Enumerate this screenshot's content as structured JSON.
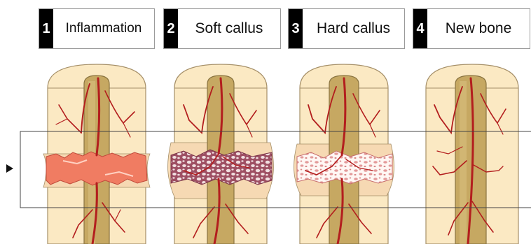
{
  "stages": [
    {
      "number": "1",
      "name": "Inflammation"
    },
    {
      "number": "2",
      "name": "Soft callus"
    },
    {
      "number": "3",
      "name": "Hard callus"
    },
    {
      "number": "4",
      "name": "New bone"
    }
  ],
  "colors": {
    "bone_outer": "#fbe9c3",
    "bone_outline": "#a58f68",
    "marrow": "#c6a862",
    "vessel": "#b31e1e",
    "hematoma": "#f07c62",
    "soft_callus": "#9e4f63",
    "hard_callus": "#e9a7a7"
  },
  "icons": [
    "right-pointer-icon"
  ]
}
